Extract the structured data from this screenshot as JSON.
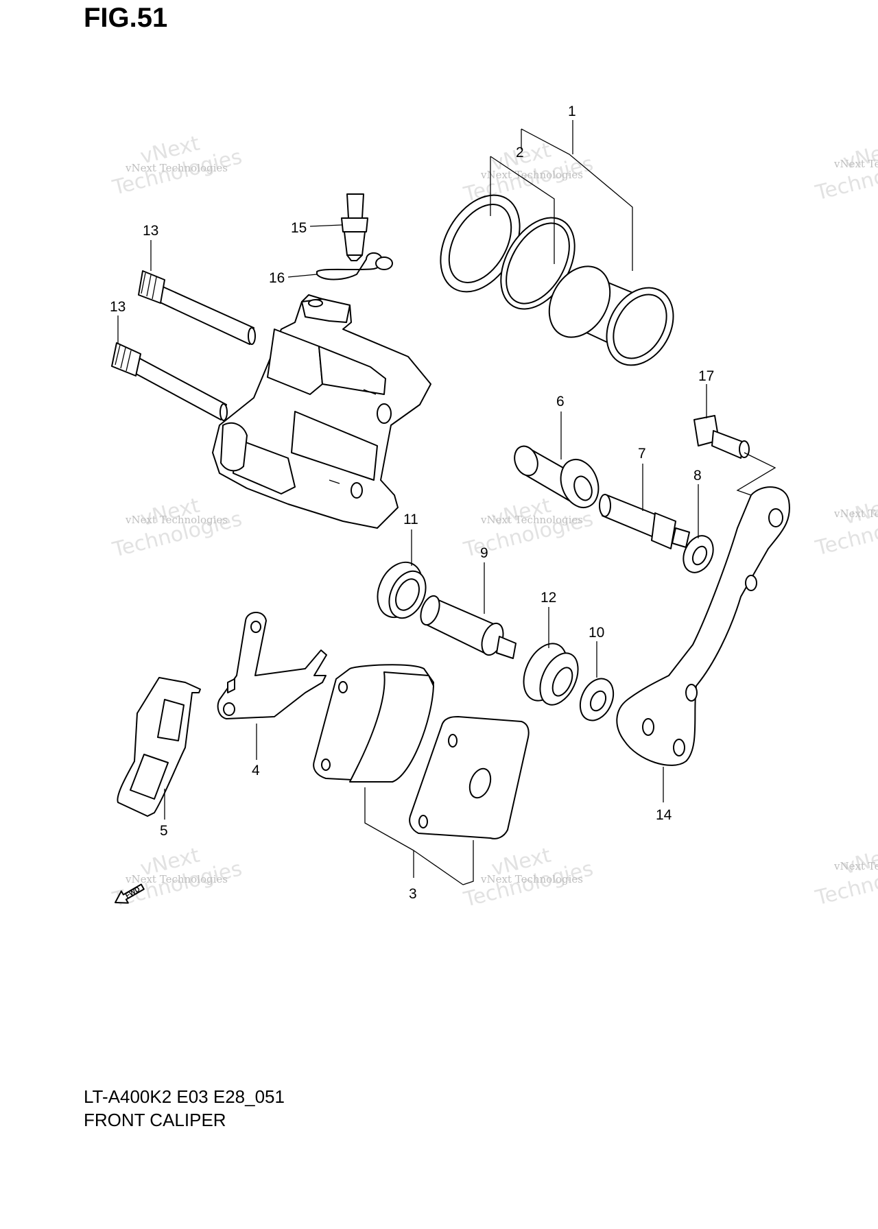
{
  "figure": {
    "title": "FIG.51",
    "model_code": "LT-A400K2 E03 E28_051",
    "name": "FRONT CALIPER"
  },
  "callouts": [
    "1",
    "2",
    "3",
    "4",
    "5",
    "6",
    "7",
    "8",
    "9",
    "10",
    "11",
    "12",
    "13",
    "13",
    "14",
    "15",
    "16",
    "17"
  ],
  "watermark": {
    "line1": "vNext Technologies",
    "line2": "Technologies",
    "line3": "vNext"
  },
  "fwd_label": "FWD"
}
